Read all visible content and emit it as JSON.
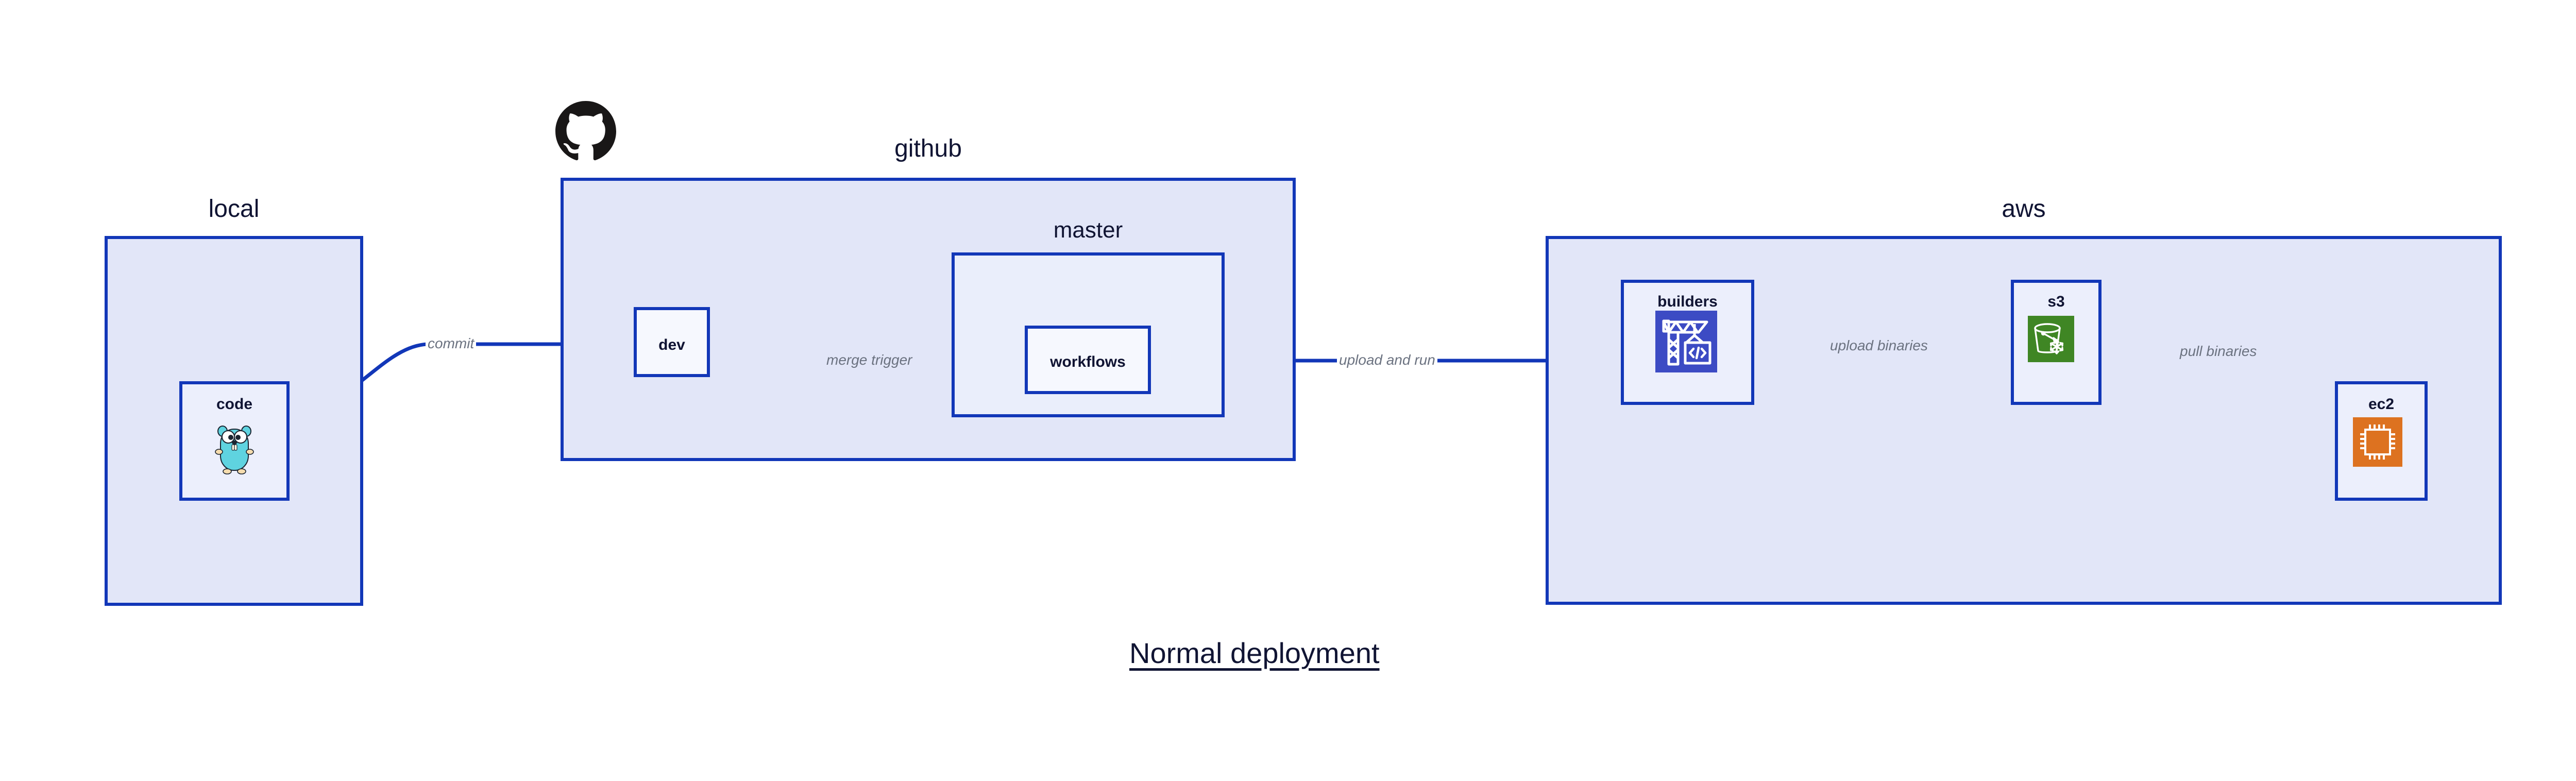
{
  "figure": {
    "title": "Normal deployment"
  },
  "colors": {
    "stroke": "#1237b8",
    "group_fill": "#e2e6f8",
    "subgroup_fill": "#eaeefb",
    "node_fill": "#eceffc",
    "node_fill_light": "#f6f8fe",
    "text_dark": "#101433",
    "label_gray": "#6b7280",
    "builders_icon_bg": "#3c4bc4",
    "s3_icon_bg": "#3f8624",
    "ec2_icon_bg": "#dd7220",
    "gopher_body": "#5fd3e0",
    "github_black": "#191717"
  },
  "groups": [
    {
      "id": "local",
      "label": "local",
      "nodes": [
        {
          "id": "code",
          "label": "code",
          "icon": "go-gopher-icon"
        }
      ]
    },
    {
      "id": "github",
      "label": "github",
      "logo": "github-octocat-icon",
      "nodes": [
        {
          "id": "dev",
          "label": "dev",
          "icon": "none"
        }
      ],
      "subgroups": [
        {
          "id": "master",
          "label": "master",
          "nodes": [
            {
              "id": "workflows",
              "label": "workflows",
              "icon": "none"
            }
          ]
        }
      ]
    },
    {
      "id": "aws",
      "label": "aws",
      "nodes": [
        {
          "id": "builders",
          "label": "builders",
          "icon": "crane-code-icon"
        },
        {
          "id": "s3",
          "label": "s3",
          "icon": "s3-bucket-glacier-icon"
        },
        {
          "id": "ec2",
          "label": "ec2",
          "icon": "cpu-chip-icon"
        }
      ]
    }
  ],
  "edges": [
    {
      "id": "commit",
      "label": "commit",
      "from": "code",
      "to": "dev"
    },
    {
      "id": "merge-trigger",
      "label": "merge trigger",
      "from": "dev",
      "to": "workflows"
    },
    {
      "id": "upload-and-run",
      "label": "upload and run",
      "from": "workflows",
      "to": "builders"
    },
    {
      "id": "upload-binaries",
      "label": "upload binaries",
      "from": "builders",
      "to": "s3"
    },
    {
      "id": "pull-binaries",
      "label": "pull binaries",
      "from": "s3",
      "to": "ec2"
    }
  ]
}
